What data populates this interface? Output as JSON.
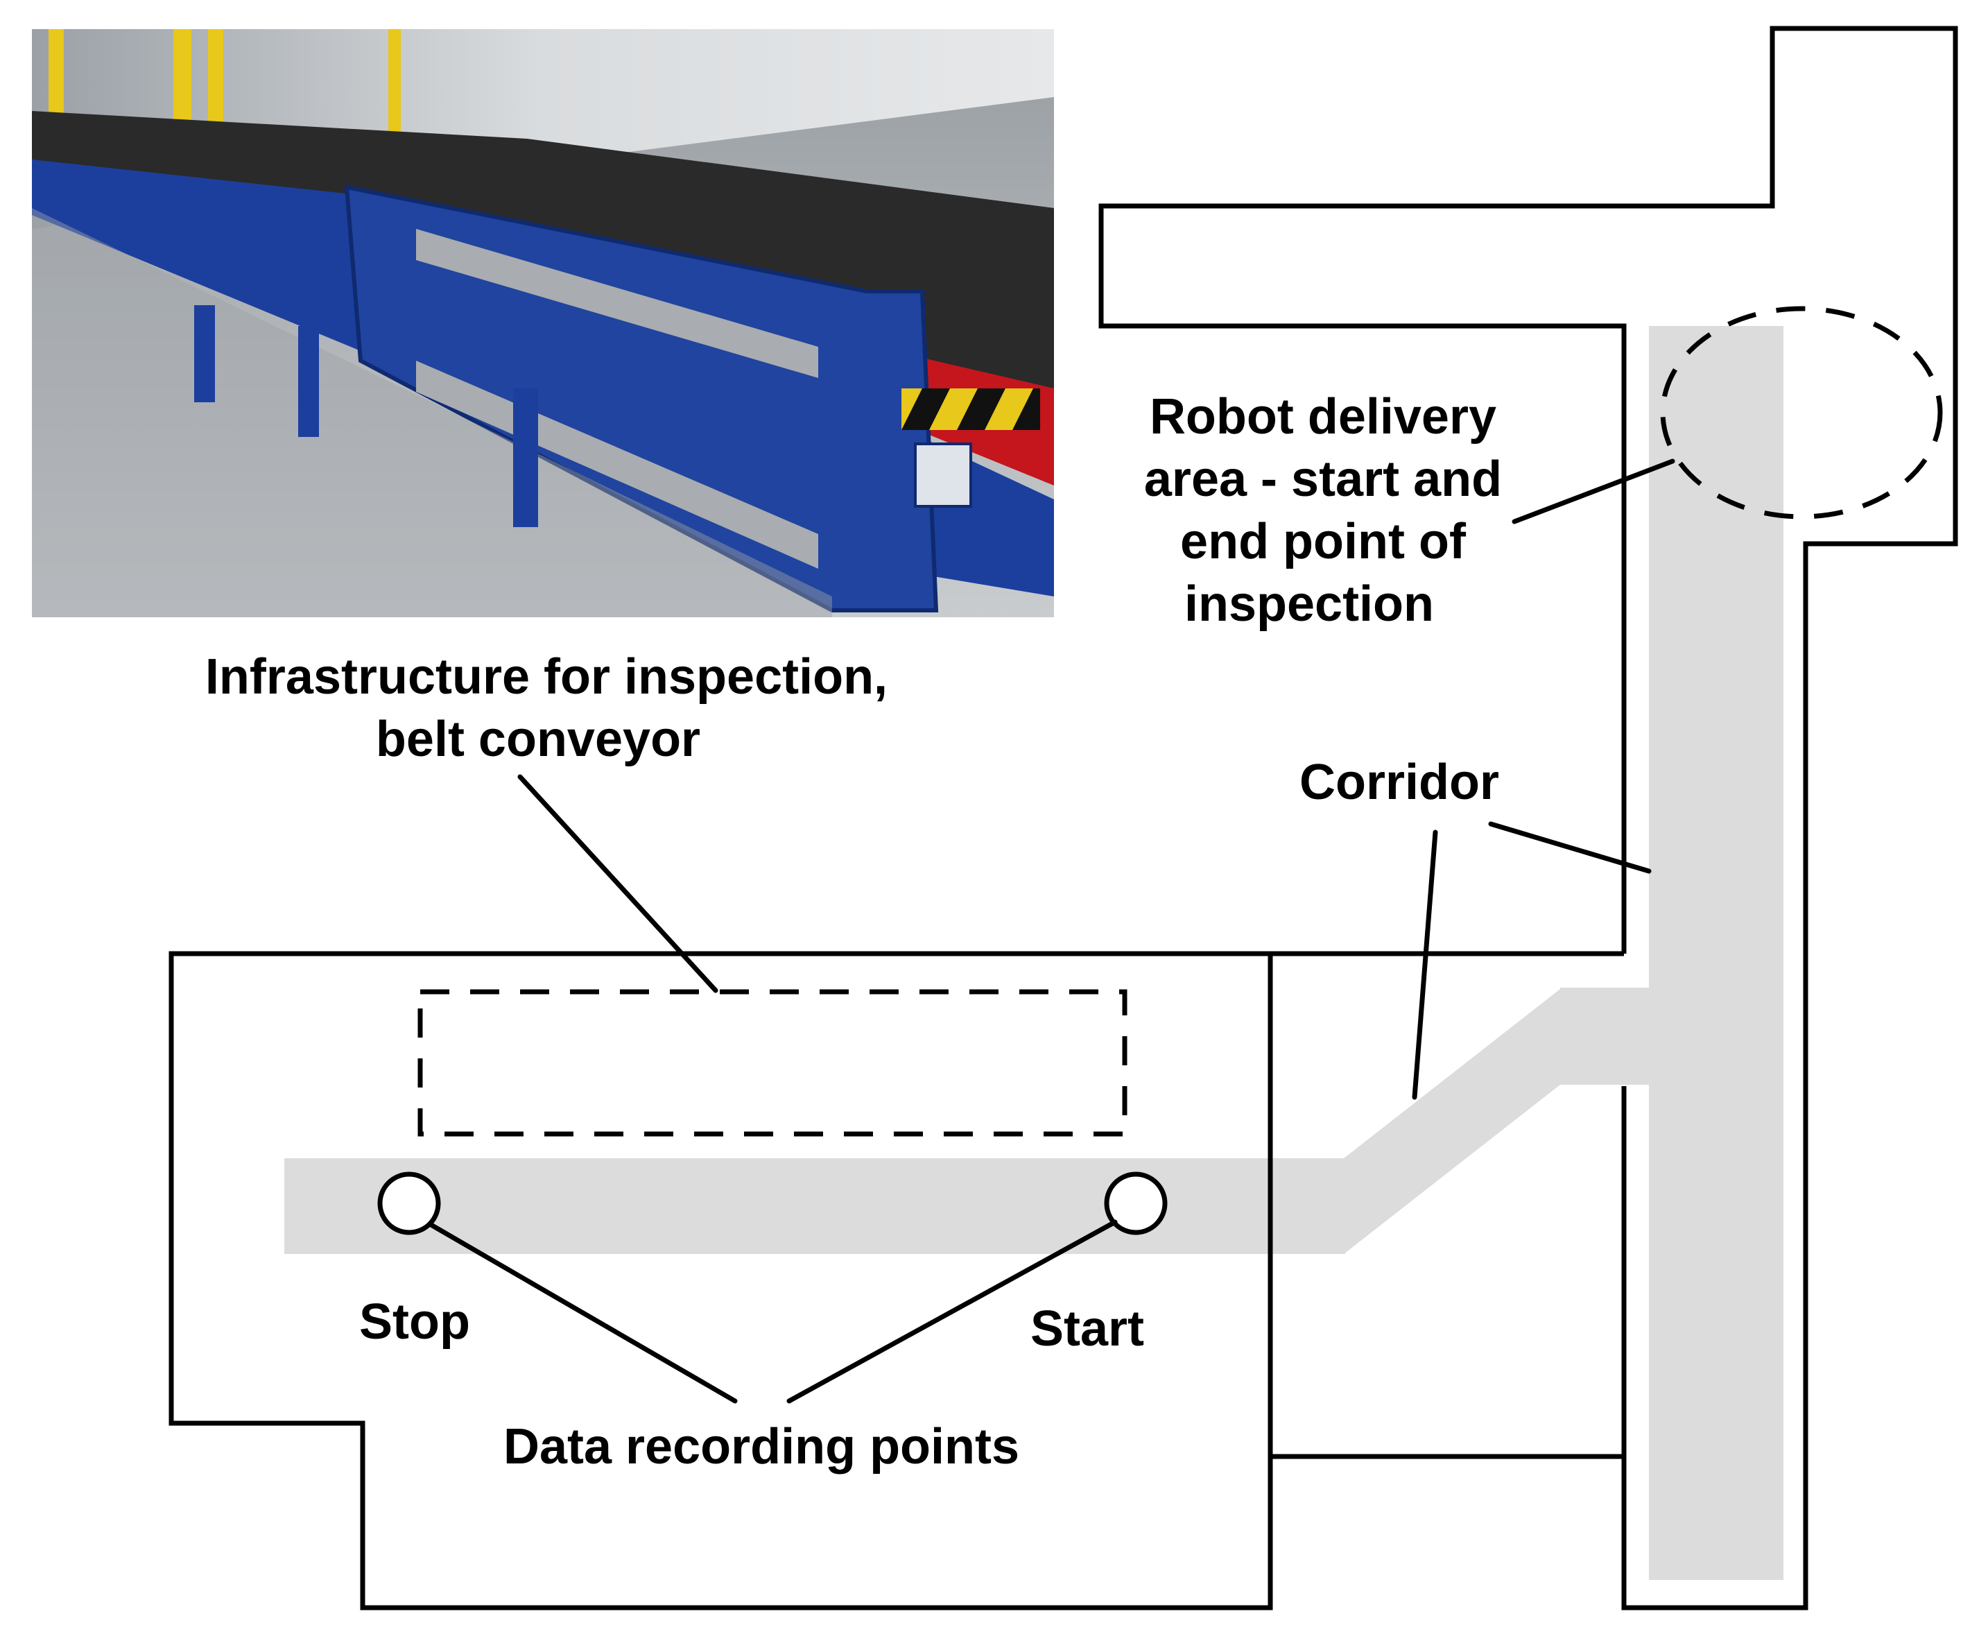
{
  "labels": {
    "robot_area_line1": "Robot delivery",
    "robot_area_line2": "area - start and",
    "robot_area_line3": "end point of",
    "robot_area_line4": "inspection",
    "infrastructure_line1": "Infrastructure for inspection,",
    "infrastructure_line2": "belt conveyor",
    "corridor": "Corridor",
    "stop": "Stop",
    "start": "Start",
    "data_recording_points": "Data recording points"
  },
  "photo": {
    "subject": "belt conveyor",
    "frame_color": "#1c3f9e",
    "belt_color": "#c4161c",
    "belt_surface_color": "#2a2a2a",
    "floor_color": "#bfc2c4",
    "hazard_stripe_color": "#e8c81a"
  },
  "colors": {
    "wall": "#000000",
    "path": "#dcdcdc",
    "background": "#ffffff"
  }
}
